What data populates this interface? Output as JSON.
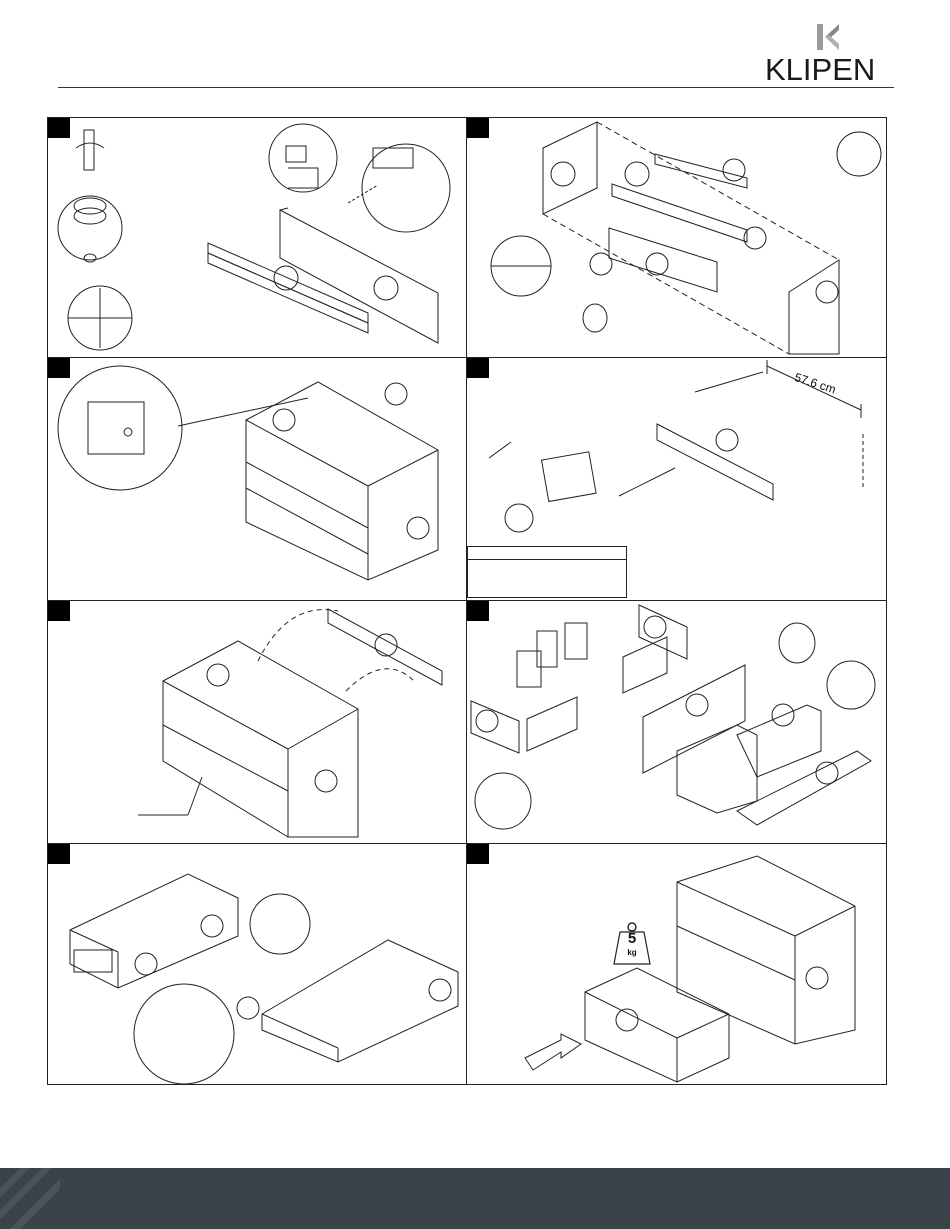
{
  "brand": {
    "name": "KLIPEN",
    "mark_color": "#8a8a8a",
    "text_color": "#1a1a1a"
  },
  "panels": [
    {
      "id": 1,
      "name": "step-cam-lock-insertion"
    },
    {
      "id": 2,
      "name": "step-frame-assembly"
    },
    {
      "id": 3,
      "name": "step-corner-bracket"
    },
    {
      "id": 4,
      "name": "step-wall-rail-mounting"
    },
    {
      "id": 5,
      "name": "step-cabinet-hanging"
    },
    {
      "id": 6,
      "name": "step-drawer-parts"
    },
    {
      "id": 7,
      "name": "step-drawer-slides"
    },
    {
      "id": 8,
      "name": "step-drawer-insertion"
    }
  ],
  "step4": {
    "dimension": "57.6 cm"
  },
  "step8": {
    "weight_value": "5",
    "weight_unit": "kg"
  },
  "colors": {
    "line": "#222222",
    "footer": "#3a424a",
    "footer_stripe": "#4a525a"
  }
}
